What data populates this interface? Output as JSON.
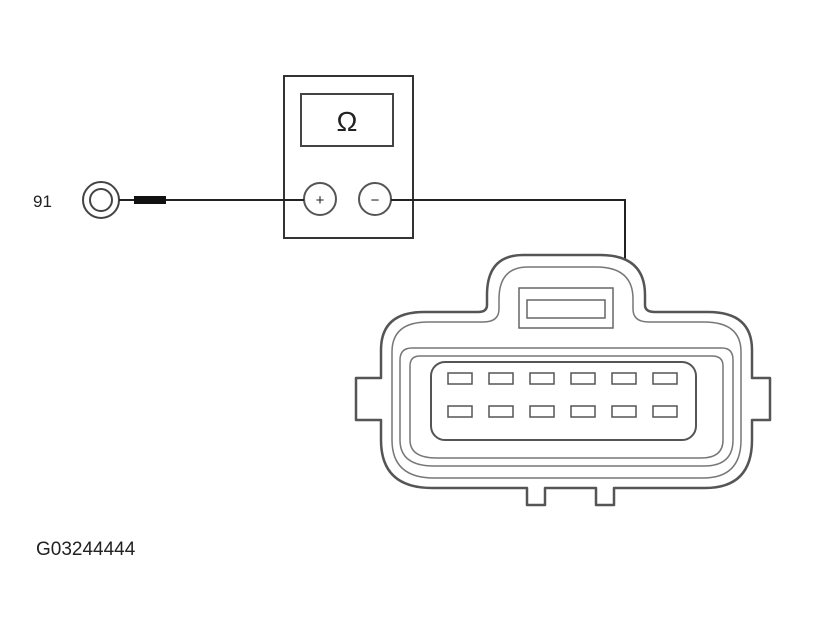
{
  "meter": {
    "display_symbol": "Ω",
    "positive_terminal": "+",
    "negative_terminal": "−"
  },
  "ground_point": {
    "label": "91"
  },
  "connector": {
    "rows": 2,
    "pins_per_row": 6
  },
  "figure_code": "G03244444",
  "colors": {
    "line": "#1a1a1a",
    "outline": "#555555",
    "background": "#ffffff"
  }
}
